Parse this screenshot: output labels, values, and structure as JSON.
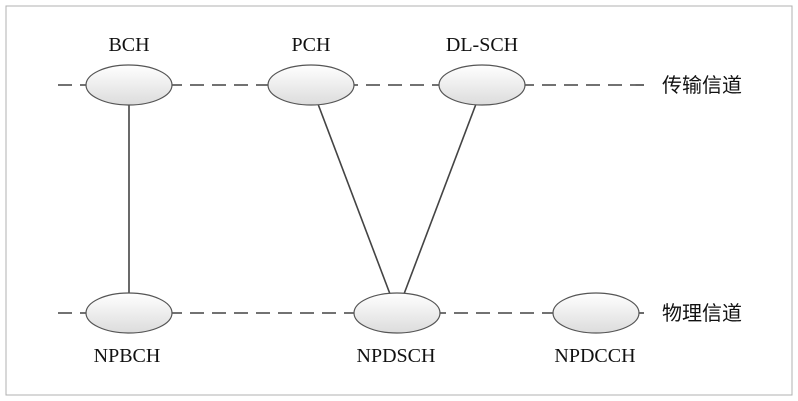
{
  "colors": {
    "border": "#b0b0b0",
    "line": "#444444",
    "node_fill_top": "#ffffff",
    "node_fill_bottom": "#dcdcdc",
    "node_stroke": "#555555"
  },
  "layers": {
    "transport": {
      "label": "传输信道"
    },
    "physical": {
      "label": "物理信道"
    }
  },
  "transport_channels": [
    {
      "name": "BCH"
    },
    {
      "name": "PCH"
    },
    {
      "name": "DL-SCH"
    }
  ],
  "physical_channels": [
    {
      "name": "NPBCH"
    },
    {
      "name": "NPDSCH"
    },
    {
      "name": "NPDCCH"
    }
  ],
  "mappings": [
    {
      "from": "BCH",
      "to": "NPBCH"
    },
    {
      "from": "PCH",
      "to": "NPDSCH"
    },
    {
      "from": "DL-SCH",
      "to": "NPDSCH"
    }
  ]
}
